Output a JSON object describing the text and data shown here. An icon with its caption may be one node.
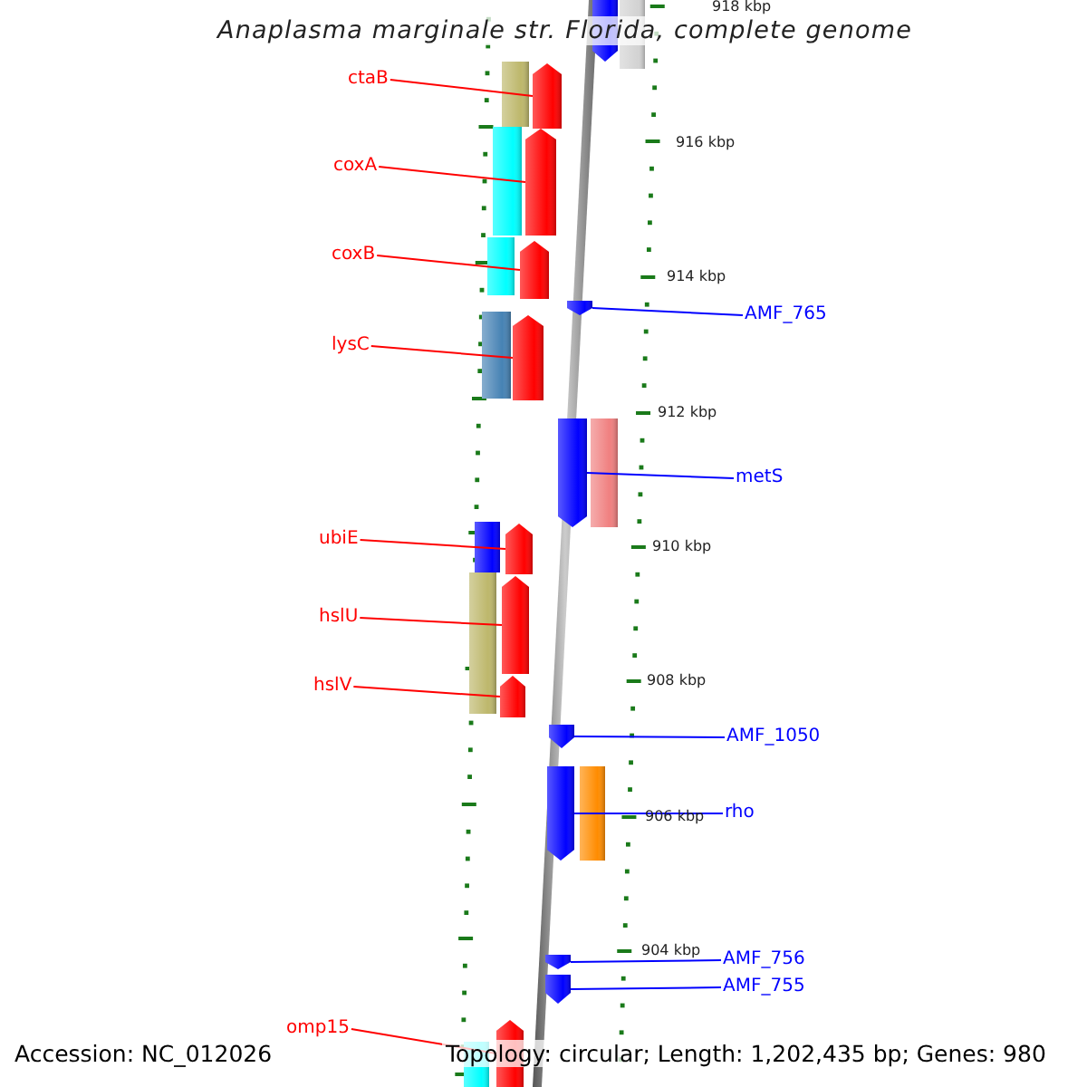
{
  "diagram": {
    "title": "Anaplasma marginale str. Florida, complete genome",
    "nodes": [
      {
        "text": [
          "ctaB"
        ]
      },
      {
        "text": [],
        "shape": "arrow"
      },
      {
        "text": [
          "coxA"
        ]
      },
      {
        "text": [],
        "shape": "arrow"
      },
      {
        "text": [
          "coxB"
        ]
      },
      {
        "text": [],
        "shape": "arrow"
      },
      {
        "text": [
          "AMF_765"
        ]
      },
      {
        "text": [],
        "shape": "arrow"
      },
      {
        "text": [
          "lysC"
        ]
      },
      {
        "text": [],
        "shape": "arrow"
      },
      {
        "text": [
          "metS"
        ]
      },
      {
        "text": [],
        "shape": "arrow"
      },
      {
        "text": [
          "ubiE"
        ]
      },
      {
        "text": [],
        "shape": "arrow"
      },
      {
        "text": [
          "hslU"
        ]
      },
      {
        "text": [],
        "shape": "arrow"
      },
      {
        "text": [
          "hslV"
        ]
      },
      {
        "text": [],
        "shape": "arrow"
      },
      {
        "text": [
          "AMF_1050"
        ]
      },
      {
        "text": [],
        "shape": "arrow"
      },
      {
        "text": [
          "rho"
        ]
      },
      {
        "text": [],
        "shape": "arrow"
      },
      {
        "text": [
          "AMF_756"
        ]
      },
      {
        "text": [],
        "shape": "arrow"
      },
      {
        "text": [
          "AMF_755"
        ]
      },
      {
        "text": [],
        "shape": "arrow"
      },
      {
        "text": [
          "omp15"
        ]
      },
      {
        "text": [],
        "shape": "arrow"
      }
    ],
    "edges": [
      {
        "from": 0,
        "to": 1,
        "arrow": "none"
      },
      {
        "from": 2,
        "to": 3,
        "arrow": "none"
      },
      {
        "from": 4,
        "to": 5,
        "arrow": "none"
      },
      {
        "from": 6,
        "to": 7,
        "arrow": "none",
        "color": "#0000ff"
      },
      {
        "from": 8,
        "to": 9,
        "arrow": "none"
      },
      {
        "from": 10,
        "to": 11,
        "arrow": "none",
        "color": "#0000ff"
      },
      {
        "from": 12,
        "to": 13,
        "arrow": "none"
      },
      {
        "from": 14,
        "to": 15,
        "arrow": "none"
      },
      {
        "from": 16,
        "to": 17,
        "arrow": "none"
      },
      {
        "from": 18,
        "to": 19,
        "arrow": "none",
        "color": "#0000ff"
      },
      {
        "from": 20,
        "to": 21,
        "arrow": "none",
        "color": "#0000ff"
      },
      {
        "from": 22,
        "to": 23,
        "arrow": "none",
        "color": "#0000ff"
      },
      {
        "from": 24,
        "to": 25,
        "arrow": "none",
        "color": "#0000ff"
      },
      {
        "from": 26,
        "to": 27,
        "arrow": "none"
      }
    ],
    "labels": [
      "918 kbp",
      "916 kbp",
      "914 kbp",
      "912 kbp",
      "910 kbp",
      "908 kbp",
      "906 kbp",
      "904 kbp",
      "Accession: NC_012026",
      "Topology: circular; Length: 1,202,435 bp; Genes: 980"
    ]
  }
}
